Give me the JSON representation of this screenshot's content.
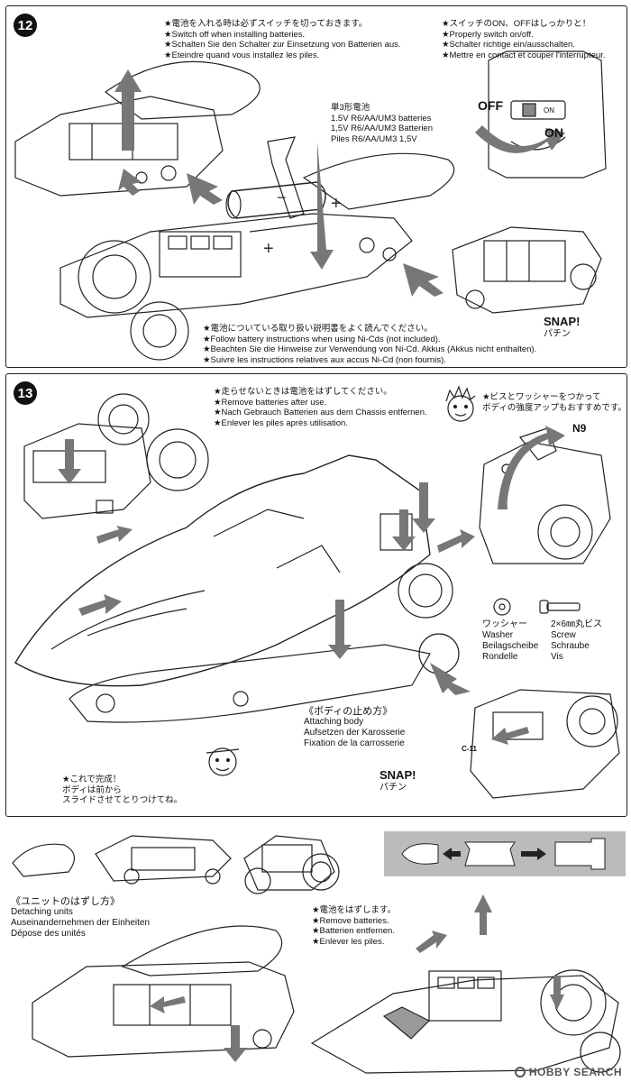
{
  "step12": {
    "number": "12",
    "switch_note": [
      "★電池を入れる時は必ずスイッチを切っておきます。",
      "★Switch off when installing batteries.",
      "★Schalten Sie den Schalter zur Einsetzung von Batterien aus.",
      "★Eteindre quand vous installez les piles."
    ],
    "onoff_note": [
      "★スイッチのON、OFFはしっかりと！",
      "★Properly switch on/off.",
      "★Schalter richtige ein/ausschalten.",
      "★Mettre en contact et couper l'interrupteur."
    ],
    "battery_label": [
      "単3形電池",
      "1.5V R6/AA/UM3 batteries",
      "1,5V R6/AA/UM3 Batterien",
      "Piles R6/AA/UM3 1,5V"
    ],
    "off_label": "OFF",
    "on_label": "ON",
    "switch_on_small": "ON",
    "snap": "SNAP!",
    "snap_jp": "パチン",
    "nicd_note": [
      "★電池についている取り扱い説明書をよく読んでください。",
      "★Follow battery instructions when using Ni-Cds (not included).",
      "★Beachten Sie die Hinweise zur Verwendung von Ni-Cd. Akkus (Akkus nicht enthalten).",
      "★Suivre les instructions relatives aux accus Ni-Cd (non fournis)."
    ]
  },
  "step13": {
    "number": "13",
    "remove_note": [
      "★走らせないときは電池をはずしてください。",
      "★Remove batteries after use.",
      "★Nach Gebrauch Batterien aus dem Chassis entfernen.",
      "★Enlever les piles après utilisation."
    ],
    "screw_tip": [
      "★ビスとワッシャーをつかって",
      "ボディの強度アップもおすすめです。"
    ],
    "part_n9": "N9",
    "washer": [
      "ワッシャー",
      "Washer",
      "Beilagscheibe",
      "Rondelle"
    ],
    "screw": [
      "2×6㎜丸ビス",
      "Screw",
      "Schraube",
      "Vis"
    ],
    "attaching": [
      "《ボディの止め方》",
      "Attaching body",
      "Aufsetzen der Karosserie",
      "Fixation de la carrosserie"
    ],
    "done_note": [
      "★これで完成！",
      "ボディは前から",
      "スライドさせてとりつけてね。"
    ],
    "snap": "SNAP!",
    "snap_jp": "パチン",
    "chassis_mark": "C-11"
  },
  "detach": {
    "title": [
      "《ユニットのはずし方》",
      "Detaching units",
      "Auseinandernehmen der Einheiten",
      "Dépose des unités"
    ],
    "remove_batteries": [
      "★電池をはずします。",
      "★Remove batteries.",
      "★Batterien entfernen.",
      "★Enlever les piles."
    ]
  },
  "watermark": "HOBBY SEARCH"
}
